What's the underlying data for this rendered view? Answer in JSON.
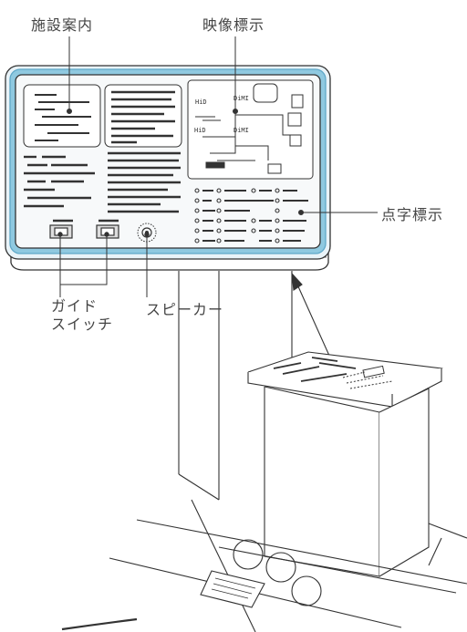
{
  "labels": {
    "facility_guide": "施設案内",
    "video_display": "映像標示",
    "braille_display": "点字標示",
    "guide_switch_line1": "ガイド",
    "guide_switch_line2": "スイッチ",
    "speaker": "スピーカー"
  },
  "screen_text": {
    "left_top": "HiD",
    "left_bottom": "HiD",
    "center_top": "DiMI",
    "center_bottom": "DiMI"
  },
  "colors": {
    "panel_frame": "#8fc9e0",
    "line": "#333333",
    "text": "#444444"
  }
}
